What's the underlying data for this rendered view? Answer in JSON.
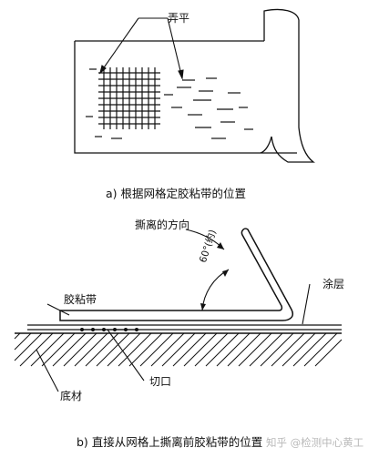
{
  "figure_a": {
    "label_smooth": "弄平",
    "caption": "a) 根据网格定胶粘带的位置"
  },
  "figure_b": {
    "label_peel_direction": "撕离的方向",
    "label_angle": "60°(约)",
    "label_tape": "胶粘带",
    "label_coating": "涂层",
    "label_cut": "切口",
    "label_substrate": "底材",
    "caption": "b) 直接从网格上撕离前胶粘带的位置"
  },
  "watermark": "知乎 @检测中心黄工"
}
